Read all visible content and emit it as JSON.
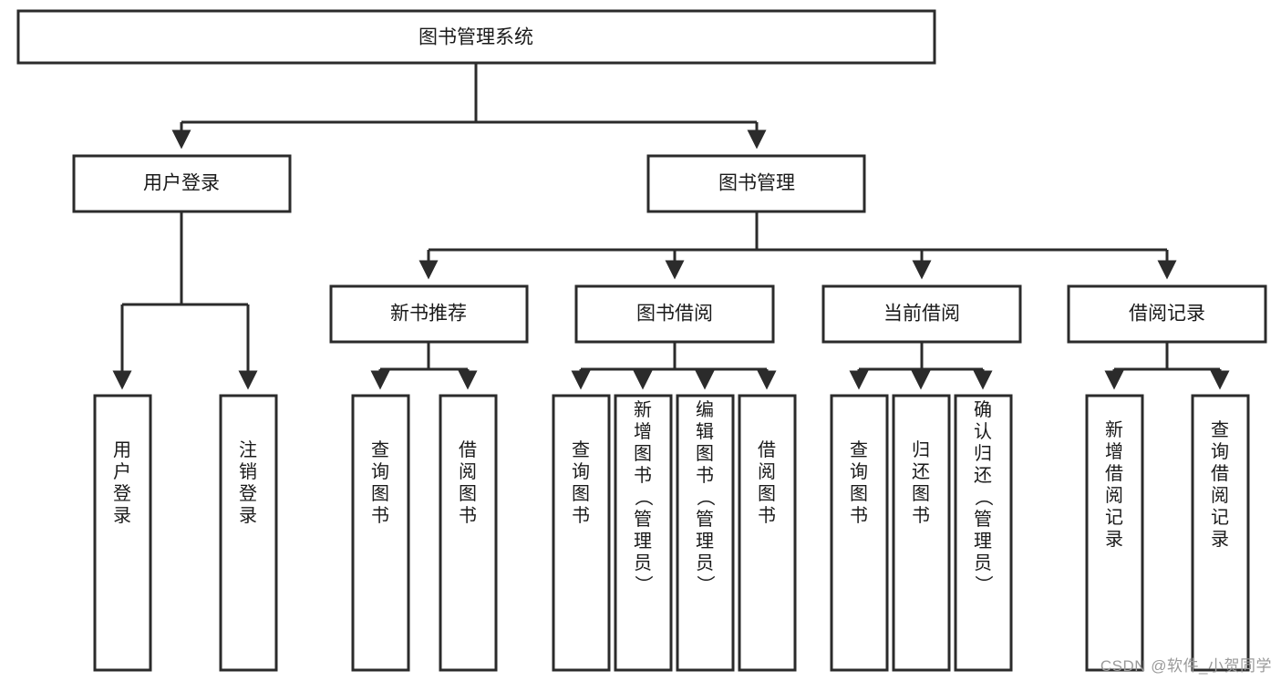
{
  "diagram": {
    "type": "tree-hierarchy",
    "orientation": "top-down",
    "root": {
      "id": "root",
      "label": "图书管理系统"
    },
    "level2": [
      {
        "id": "user-login",
        "label": "用户登录"
      },
      {
        "id": "book-management",
        "label": "图书管理"
      }
    ],
    "level3": [
      {
        "id": "new-book-recommend",
        "label": "新书推荐",
        "parent": "book-management"
      },
      {
        "id": "book-borrow",
        "label": "图书借阅",
        "parent": "book-management"
      },
      {
        "id": "current-borrow",
        "label": "当前借阅",
        "parent": "book-management"
      },
      {
        "id": "borrow-record",
        "label": "借阅记录",
        "parent": "book-management"
      }
    ],
    "leaves": {
      "user-login": [
        {
          "id": "leaf-user-login",
          "label": "用户登录"
        },
        {
          "id": "leaf-user-logout",
          "label": "注销登录"
        }
      ],
      "new-book-recommend": [
        {
          "id": "leaf-query-book-1",
          "label": "查询图书"
        },
        {
          "id": "leaf-borrow-book-1",
          "label": "借阅图书"
        }
      ],
      "book-borrow": [
        {
          "id": "leaf-query-book-2",
          "label": "查询图书"
        },
        {
          "id": "leaf-add-book",
          "label": "新增图书（管理员）"
        },
        {
          "id": "leaf-edit-book",
          "label": "编辑图书（管理员）"
        },
        {
          "id": "leaf-borrow-book-2",
          "label": "借阅图书"
        }
      ],
      "current-borrow": [
        {
          "id": "leaf-query-book-3",
          "label": "查询图书"
        },
        {
          "id": "leaf-return-book",
          "label": "归还图书"
        },
        {
          "id": "leaf-confirm-return",
          "label": "确认归还（管理员）"
        }
      ],
      "borrow-record": [
        {
          "id": "leaf-add-record",
          "label": "新增借阅记录"
        },
        {
          "id": "leaf-query-record",
          "label": "查询借阅记录"
        }
      ]
    },
    "colors": {
      "box_stroke": "#2b2b2b",
      "box_fill": "#ffffff",
      "text": "#1a1a1a",
      "connector": "#2b2b2b",
      "background": "#ffffff",
      "watermark": "#9a9a9a"
    }
  },
  "watermark": {
    "text": "CSDN @软件_小贺同学"
  }
}
